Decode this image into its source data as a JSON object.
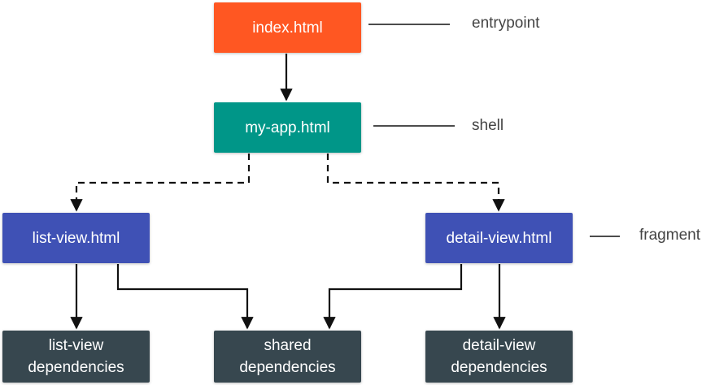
{
  "colors": {
    "entrypoint": "#FF5722",
    "shell": "#009688",
    "fragment": "#3F51B5",
    "dependency": "#37474F",
    "line": "#111111",
    "label_text": "#444444"
  },
  "nodes": {
    "index": {
      "label": "index.html"
    },
    "my_app": {
      "label": "my-app.html"
    },
    "list_view": {
      "label": "list-view.html"
    },
    "detail_view": {
      "label": "detail-view.html"
    },
    "list_deps": {
      "line1": "list-view",
      "line2": "dependencies"
    },
    "shared_deps": {
      "line1": "shared",
      "line2": "dependencies"
    },
    "detail_deps": {
      "line1": "detail-view",
      "line2": "dependencies"
    }
  },
  "legend": {
    "entrypoint": "entrypoint",
    "shell": "shell",
    "fragment": "fragment"
  }
}
